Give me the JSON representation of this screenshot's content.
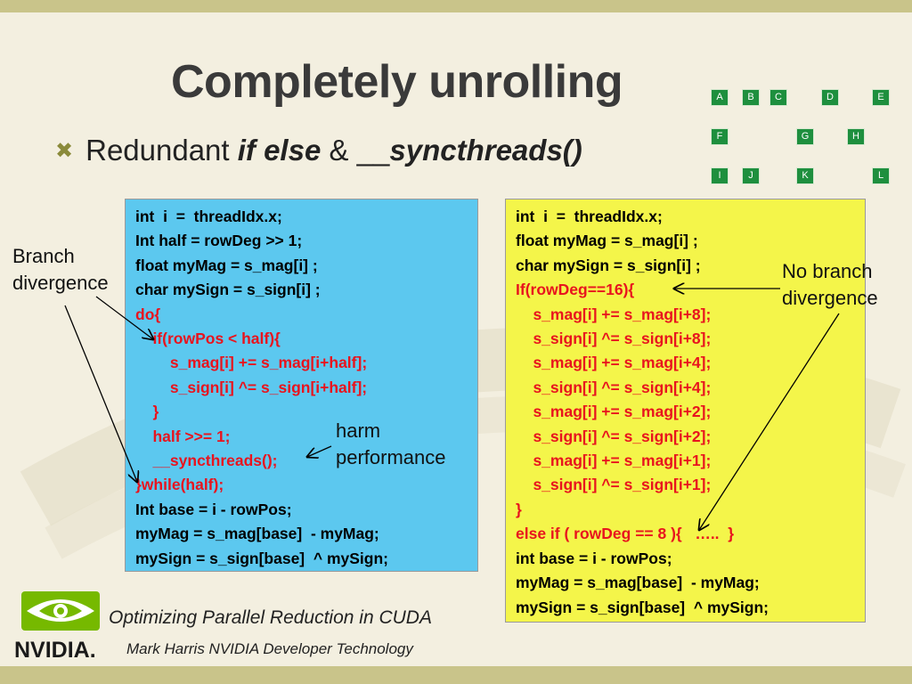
{
  "title": "Completely unrolling",
  "bullet": {
    "plain_start": "Redundant ",
    "italic_1": "if else",
    "plain_mid": " & __",
    "italic_2": "syncthreads()"
  },
  "grid_labels": [
    "A",
    "B",
    "C",
    "D",
    "E",
    "F",
    "G",
    "H",
    "I",
    "J",
    "K",
    "L"
  ],
  "left_code": [
    {
      "text": "int  i  =  threadIdx.x;",
      "color": "black"
    },
    {
      "text": "Int half = rowDeg >> 1;",
      "color": "black"
    },
    {
      "text": "float myMag = s_mag[i] ;",
      "color": "black"
    },
    {
      "text": "char mySign = s_sign[i] ;",
      "color": "black"
    },
    {
      "text": "do{",
      "color": "red"
    },
    {
      "text": "    if(rowPos < half){",
      "color": "red"
    },
    {
      "text": "        s_mag[i] += s_mag[i+half];",
      "color": "red"
    },
    {
      "text": "        s_sign[i] ^= s_sign[i+half];",
      "color": "red"
    },
    {
      "text": "    }",
      "color": "red"
    },
    {
      "text": "    half >>= 1;",
      "color": "red"
    },
    {
      "text": "    __syncthreads();",
      "color": "red"
    },
    {
      "text": "}while(half);",
      "color": "red"
    },
    {
      "text": "Int base = i - rowPos;",
      "color": "black"
    },
    {
      "text": "myMag = s_mag[base]  - myMag;",
      "color": "black"
    },
    {
      "text": "mySign = s_sign[base]  ^ mySign;",
      "color": "black"
    }
  ],
  "right_code": [
    {
      "text": "int  i  =  threadIdx.x;",
      "color": "black"
    },
    {
      "text": "float myMag = s_mag[i] ;",
      "color": "black"
    },
    {
      "text": "char mySign = s_sign[i] ;",
      "color": "black"
    },
    {
      "text": "If(rowDeg==16){",
      "color": "red"
    },
    {
      "text": "    s_mag[i] += s_mag[i+8];",
      "color": "red"
    },
    {
      "text": "    s_sign[i] ^= s_sign[i+8];",
      "color": "red"
    },
    {
      "text": "    s_mag[i] += s_mag[i+4];",
      "color": "red"
    },
    {
      "text": "    s_sign[i] ^= s_sign[i+4];",
      "color": "red"
    },
    {
      "text": "    s_mag[i] += s_mag[i+2];",
      "color": "red"
    },
    {
      "text": "    s_sign[i] ^= s_sign[i+2];",
      "color": "red"
    },
    {
      "text": "    s_mag[i] += s_mag[i+1];",
      "color": "red"
    },
    {
      "text": "    s_sign[i] ^= s_sign[i+1];",
      "color": "red"
    },
    {
      "text": "}",
      "color": "red"
    },
    {
      "text": "else if ( rowDeg == 8 ){   …..  }",
      "color": "red"
    },
    {
      "text": "int base = i - rowPos;",
      "color": "black"
    },
    {
      "text": "myMag = s_mag[base]  - myMag;",
      "color": "black"
    },
    {
      "text": "mySign = s_sign[base]  ^ mySign;",
      "color": "black"
    }
  ],
  "annotations": {
    "branch_line1": "Branch",
    "branch_line2": "divergence",
    "harm_line1": "harm",
    "harm_line2": "performance",
    "nobranch_line1": "No branch",
    "nobranch_line2": "divergence"
  },
  "footer": {
    "line1": "Optimizing Parallel Reduction in CUDA",
    "line2": "Mark Harris NVIDIA Developer Technology"
  },
  "logo_text": "NVIDIA.",
  "colors": {
    "code_red": "#e8141e",
    "blue_box": "#5cc8ef",
    "yellow_box": "#f4f54a",
    "grid_green": "#1e8f3e",
    "nvidia_green": "#76b900"
  }
}
